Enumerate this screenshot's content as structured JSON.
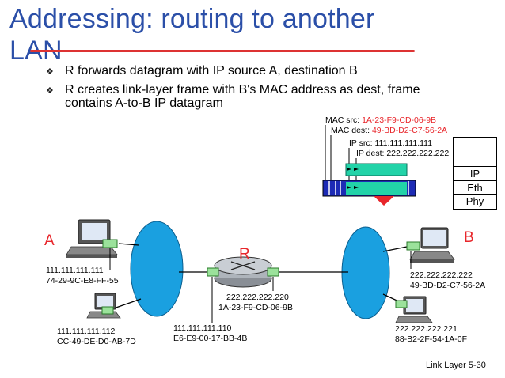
{
  "slide": {
    "title_line1": "Addressing: routing to another",
    "title_line2": "LAN",
    "bullets": [
      "R forwards datagram with IP source A, destination B",
      "R creates link-layer frame with B's MAC address as dest, frame",
      "contains A-to-B IP datagram"
    ],
    "footer": "Link Layer  5-30"
  },
  "frame": {
    "mac_src_label": "MAC src: ",
    "mac_src_value": "1A-23-F9-CD-06-9B",
    "mac_dest_label": "MAC dest: ",
    "mac_dest_value": "49-BD-D2-C7-56-2A",
    "ip_src": "IP src: 111.111.111.111",
    "ip_dest": "IP dest: 222.222.222.222"
  },
  "protocol_stack": [
    "IP",
    "Eth",
    "Phy"
  ],
  "nodes": {
    "A": {
      "label": "A",
      "ip": "111.111.111.111",
      "mac": "74-29-9C-E8-FF-55"
    },
    "A2": {
      "ip": "111.111.111.112",
      "mac": "CC-49-DE-D0-AB-7D"
    },
    "R": {
      "label": "R",
      "right_ip": "222.222.222.220",
      "right_mac": "1A-23-F9-CD-06-9B",
      "left_ip": "111.111.111.110",
      "left_mac": "E6-E9-00-17-BB-4B"
    },
    "B": {
      "label": "B",
      "ip": "222.222.222.222",
      "mac": "49-BD-D2-C7-56-2A"
    },
    "B2": {
      "ip": "222.222.222.221",
      "mac": "88-B2-2F-54-1A-0F"
    }
  },
  "colors": {
    "title": "#2b4fa8",
    "accent_red": "#e8262b",
    "cloud": "#1aa0e0",
    "nic": "#9be29b",
    "ip_packet": "#22d3a8",
    "frame": "#1d2bb5"
  }
}
